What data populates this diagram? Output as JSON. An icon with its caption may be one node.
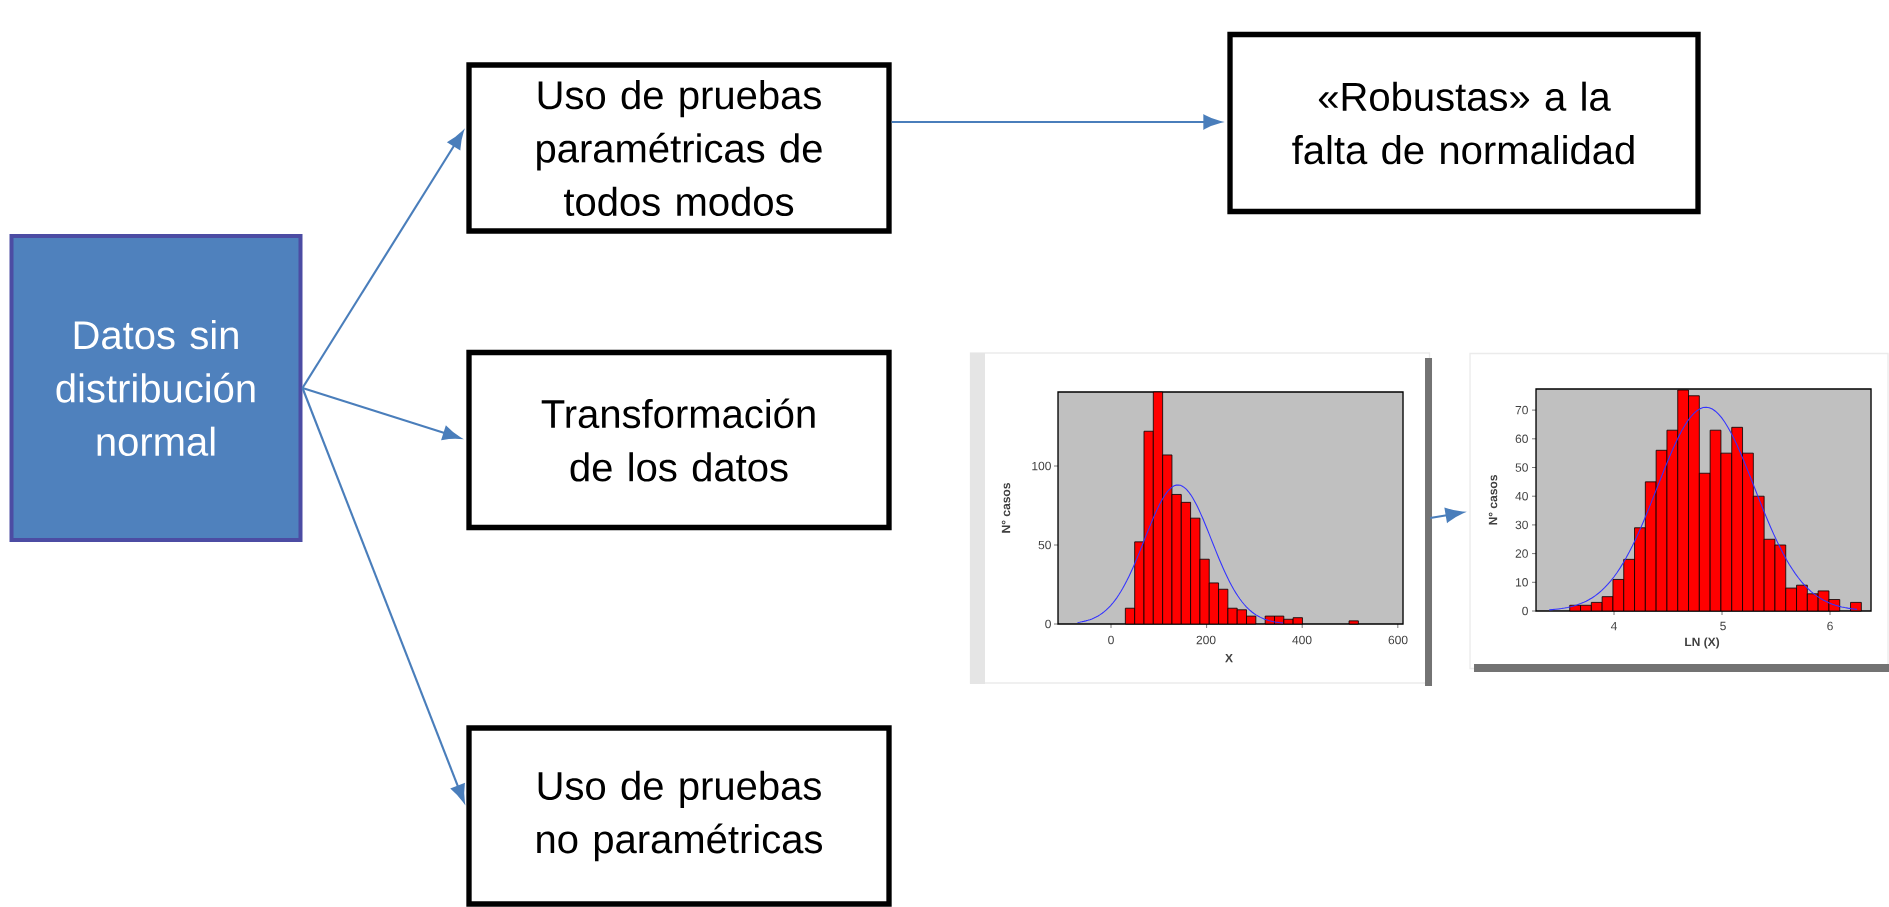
{
  "diagram": {
    "nodes": [
      {
        "text": [
          "Datos sin distribución normal"
        ]
      },
      {
        "text": [
          "Uso de pruebas paramétricas de todos modos"
        ]
      },
      {
        "text": [
          "«Robustas» a la falta de normalidad"
        ]
      },
      {
        "text": [
          "Transformación de los datos"
        ]
      },
      {
        "text": [
          "Uso de pruebas no paramétricas"
        ]
      },
      {
        "text": [],
        "shape": "picture"
      },
      {
        "text": [],
        "shape": "picture"
      }
    ],
    "edges": [
      {
        "from": 0,
        "to": 1,
        "arrow": "to"
      },
      {
        "from": 1,
        "to": 2,
        "arrow": "to"
      },
      {
        "from": 0,
        "to": 3,
        "arrow": "to"
      },
      {
        "from": 0,
        "to": 4,
        "arrow": "to"
      },
      {
        "from": 5,
        "to": 6,
        "arrow": "to"
      }
    ],
    "labels": [
      "100",
      "50",
      "0",
      "N° casos",
      "0",
      "200",
      "400",
      "600",
      "X",
      "70",
      "60",
      "50",
      "40",
      "30",
      "20",
      "10",
      "0",
      "N° casos",
      "4",
      "5",
      "6",
      "LN (X)"
    ]
  }
}
